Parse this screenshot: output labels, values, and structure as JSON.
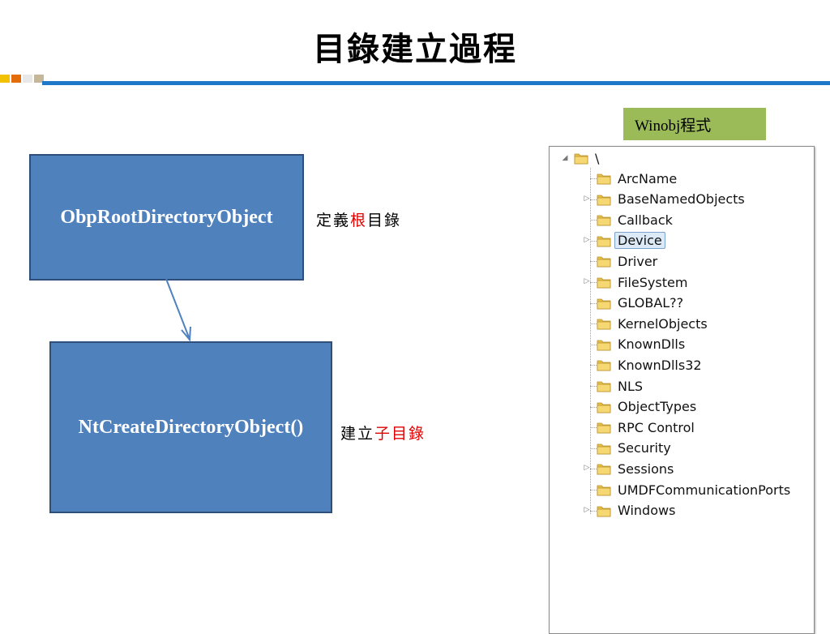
{
  "slide": {
    "title": "目錄建立過程"
  },
  "diagram": {
    "root_box": "ObpRootDirectoryObject",
    "child_box": "NtCreateDirectoryObject()",
    "root_note": {
      "prefix": "定義",
      "highlight": "根",
      "suffix": "目錄"
    },
    "child_note": {
      "prefix": "建立",
      "highlight": "子目錄"
    }
  },
  "winobj": {
    "label": "Winobj程式",
    "root_label": "\\",
    "selected_item": "Device",
    "items": [
      {
        "label": "ArcName",
        "expandable": false
      },
      {
        "label": "BaseNamedObjects",
        "expandable": true
      },
      {
        "label": "Callback",
        "expandable": false
      },
      {
        "label": "Device",
        "expandable": true
      },
      {
        "label": "Driver",
        "expandable": false
      },
      {
        "label": "FileSystem",
        "expandable": true
      },
      {
        "label": "GLOBAL??",
        "expandable": false
      },
      {
        "label": "KernelObjects",
        "expandable": false
      },
      {
        "label": "KnownDlls",
        "expandable": false
      },
      {
        "label": "KnownDlls32",
        "expandable": false
      },
      {
        "label": "NLS",
        "expandable": false
      },
      {
        "label": "ObjectTypes",
        "expandable": false
      },
      {
        "label": "RPC Control",
        "expandable": false
      },
      {
        "label": "Security",
        "expandable": false
      },
      {
        "label": "Sessions",
        "expandable": true
      },
      {
        "label": "UMDFCommunicationPorts",
        "expandable": false
      },
      {
        "label": "Windows",
        "expandable": true
      }
    ]
  },
  "colors": {
    "box_fill": "#4f81bd",
    "accent_line": "#1f78c8",
    "label_bg": "#9bbb59",
    "highlight_text": "#e00000"
  }
}
